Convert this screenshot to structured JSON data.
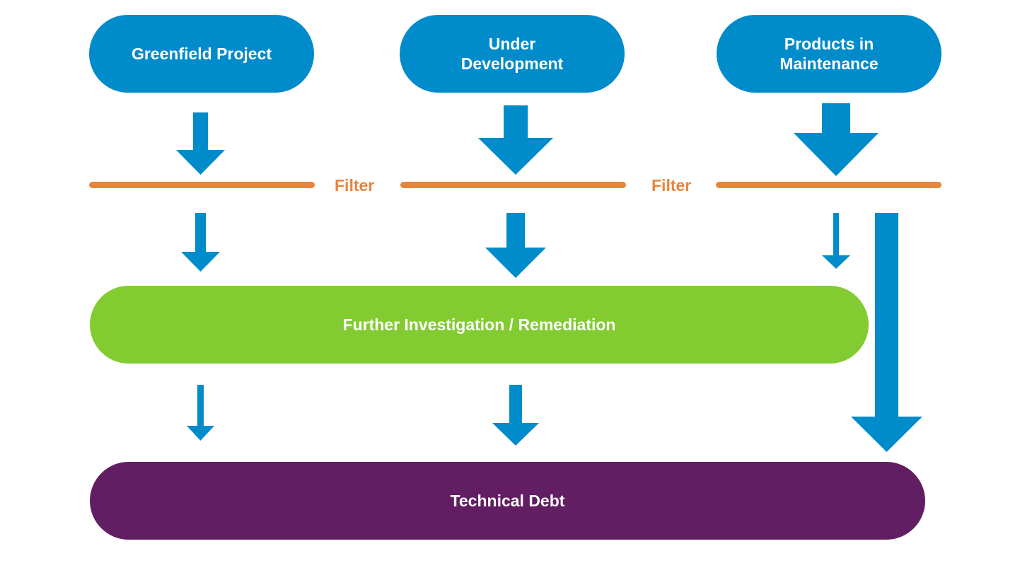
{
  "colors": {
    "source_fill": "#008BCB",
    "arrow_fill": "#008BCB",
    "filter": "#E8853D",
    "remediation_fill": "#82CC31",
    "tech_debt_fill": "#621E62",
    "text_on_shape": "#FFFFFF"
  },
  "sources": {
    "greenfield": "Greenfield Project",
    "under_development": "Under Development",
    "maintenance": "Products in Maintenance"
  },
  "filters": {
    "label_1": "Filter",
    "label_2": "Filter"
  },
  "remediation": {
    "label": "Further Investigation / Remediation"
  },
  "tech_debt": {
    "label": "Technical Debt"
  }
}
